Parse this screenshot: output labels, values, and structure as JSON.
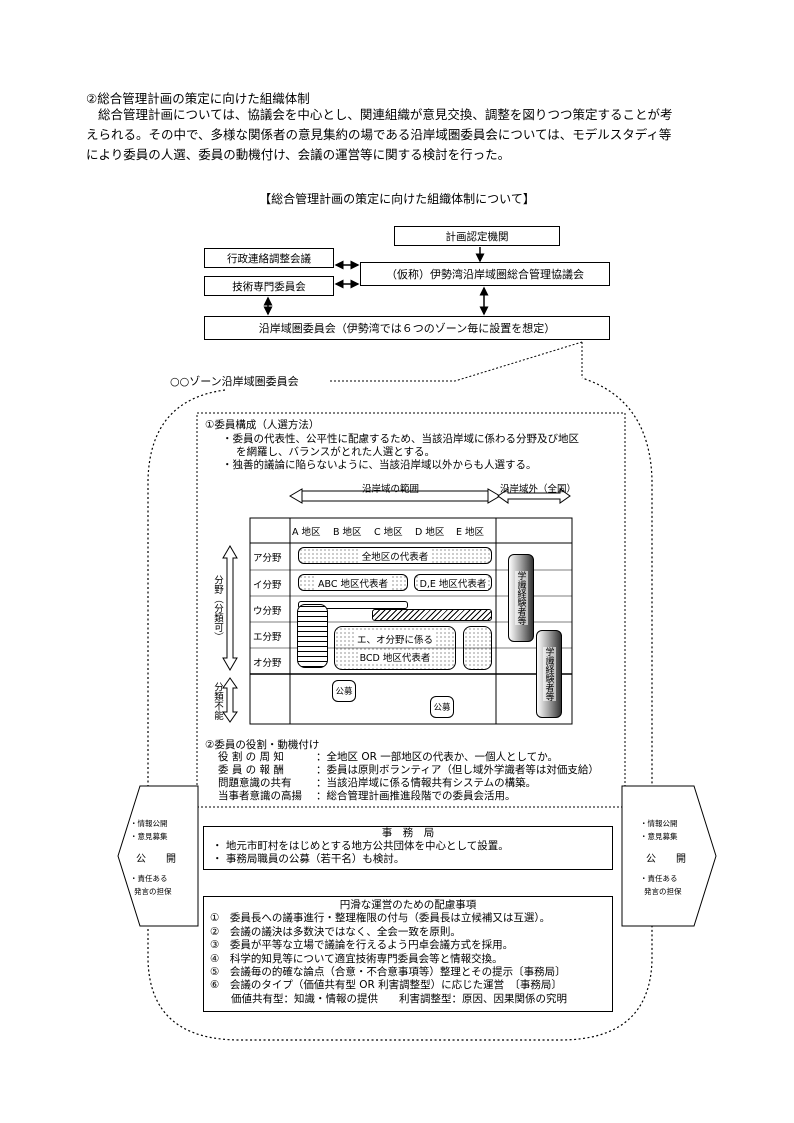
{
  "section_title": "②総合管理計画の策定に向けた組織体制",
  "intro_lines": [
    "総合管理計画については、協議会を中心とし、関連組織が意見交換、調整を図りつつ策定することが考",
    "えられる。その中で、多様な関係者の意見集約の場である沿岸域圏委員会については、モデルスタディ等",
    "により委員の人選、委員の動機付け、会議の運営等に関する検討を行った。"
  ],
  "diagram_title": "【総合管理計画の策定に向けた組織体制について】",
  "org": {
    "certification": "計画認定機関",
    "admin_council": "行政連絡調整会議",
    "tech_committee": "技術専門委員会",
    "council": "（仮称）伊勢湾沿岸域圏総合管理協議会",
    "coastal_committee": "沿岸域圏委員会（伊勢湾では６つのゾーン毎に設置を想定）"
  },
  "zone_title": "○○ゾーン沿岸域圏委員会",
  "members": {
    "heading": "①委員構成（人選方法）",
    "lines": [
      "・委員の代表性、公平性に配慮するため、当該沿岸域に係わる分野及び地区",
      "を網羅し、バランスがとれた人選とする。",
      "・独善的議論に陥らないように、当該沿岸域以外からも人選する。"
    ]
  },
  "grid": {
    "range_label": "沿岸域の範囲",
    "outside_label": "沿岸域外（全国）",
    "districts": [
      "A 地区",
      "B 地区",
      "C 地区",
      "D 地区",
      "E 地区"
    ],
    "fields": [
      "ア分野",
      "イ分野",
      "ウ分野",
      "エ分野",
      "オ分野"
    ],
    "side_label_1": "分野（分類可）",
    "side_label_2": "分類不能",
    "all_reps": "全地区の代表者",
    "abc_reps": "ABC 地区代表者",
    "de_reps": "D,E 地区代表者",
    "eo_reps_1": "エ、オ分野に係る",
    "eo_reps_2": "BCD 地区代表者",
    "experts": "学識経験者等",
    "public_1": "公募",
    "public_2": "公募"
  },
  "roles": {
    "heading": "②委員の役割・動機付け",
    "items": [
      {
        "k": "役 割 の 周 知",
        "v": "全地区 OR 一部地区の代表か、一個人としてか。"
      },
      {
        "k": "委 員 の 報 酬",
        "v": "委員は原則ボランティア（但し域外学識者等は対価支給）"
      },
      {
        "k": "問題意識の共有",
        "v": "当該沿岸域に係る情報共有システムの構築。"
      },
      {
        "k": "当事者意識の高揚",
        "v": "総合管理計画推進段階での委員会活用。"
      }
    ]
  },
  "side": {
    "info": "・情報公開",
    "opinion": "・意見募集",
    "public": "公　　開",
    "resp1": "・責任ある",
    "resp2": "発言の担保"
  },
  "office": {
    "title": "事　務　局",
    "lines": [
      "・ 地元市町村をはじめとする地方公共団体を中心として設置。",
      "・ 事務局職員の公募（若干名）も検討。"
    ]
  },
  "smooth": {
    "title": "円滑な運営のための配慮事項",
    "lines": [
      "①　委員長への議事進行・整理権限の付与（委員長は立候補又は互選）。",
      "②　会議の議決は多数決ではなく、全会一致を原則。",
      "③　委員が平等な立場で議論を行えるよう円卓会議方式を採用。",
      "④　科学的知見等について適宜技術専門委員会等と情報交換。",
      "⑤　会議毎の的確な論点（合意・不合意事項等）整理とその提示〔事務局〕",
      "⑥　会議のタイプ（価値共有型 OR 利害調整型）に応じた運営　〔事務局〕",
      "　　価値共有型：知識・情報の提供　　利害調整型：原因、因果関係の究明"
    ]
  }
}
